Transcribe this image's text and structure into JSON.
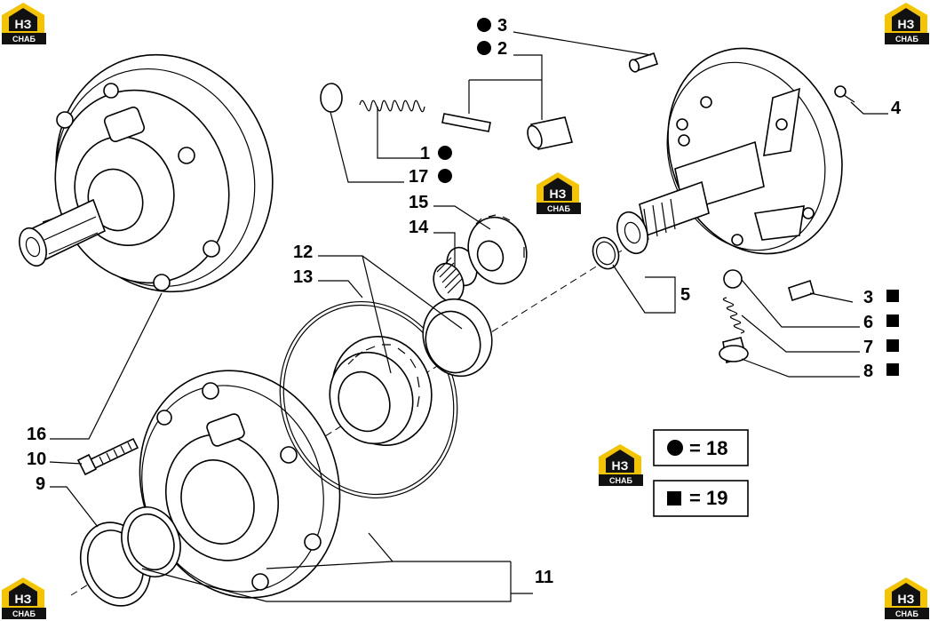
{
  "logo": {
    "primary": "НЗ",
    "secondary": "СНАБ",
    "color_main": "#f5c400",
    "color_dark": "#111111"
  },
  "callouts": {
    "c1": "1",
    "c2": "2",
    "c3a": "3",
    "c3b": "3",
    "c4": "4",
    "c5": "5",
    "c6": "6",
    "c7": "7",
    "c8": "8",
    "c9": "9",
    "c10": "10",
    "c11": "11",
    "c12": "12",
    "c13": "13",
    "c14": "14",
    "c15": "15",
    "c16": "16",
    "c17": "17"
  },
  "legend": {
    "circle_text": "= 18",
    "square_text": "= 19"
  }
}
